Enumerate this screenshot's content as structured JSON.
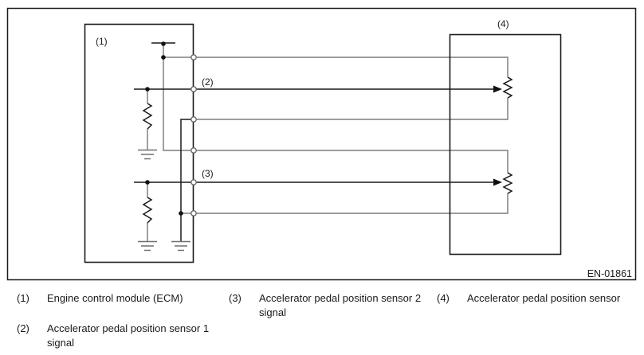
{
  "diagram": {
    "ref1": "(1)",
    "ref2": "(2)",
    "ref3": "(3)",
    "ref4": "(4)",
    "code": "EN-01861",
    "colors": {
      "line_black": "#1a1a1a",
      "wire_gray": "#8f8f8f",
      "background": "#ffffff"
    }
  },
  "legend": {
    "items": [
      {
        "num": "(1)",
        "line1": "Engine control module (ECM)",
        "line2": ""
      },
      {
        "num": "(2)",
        "line1": "Accelerator pedal position sensor 1",
        "line2": "signal"
      },
      {
        "num": "(3)",
        "line1": "Accelerator pedal position sensor 2",
        "line2": "signal"
      },
      {
        "num": "(4)",
        "line1": "Accelerator pedal position sensor",
        "line2": ""
      }
    ]
  }
}
